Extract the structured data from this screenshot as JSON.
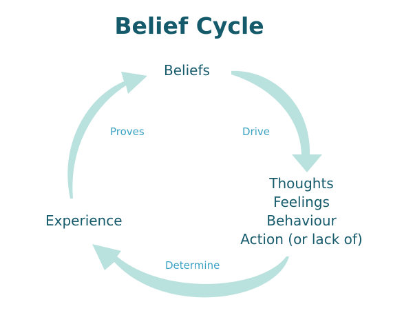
{
  "title": "Belief Cycle",
  "nodes": {
    "beliefs": "Beliefs",
    "experience": "Experience",
    "outcomes": [
      "Thoughts",
      "Feelings",
      "Behaviour",
      "Action (or lack of)"
    ]
  },
  "edges": {
    "drive": "Drive",
    "determine": "Determine",
    "proves": "Proves"
  },
  "colors": {
    "title": "#155a6b",
    "node_text": "#155a6b",
    "edge_label": "#3aa2c2",
    "arrow_fill": "#b9e1dd"
  }
}
